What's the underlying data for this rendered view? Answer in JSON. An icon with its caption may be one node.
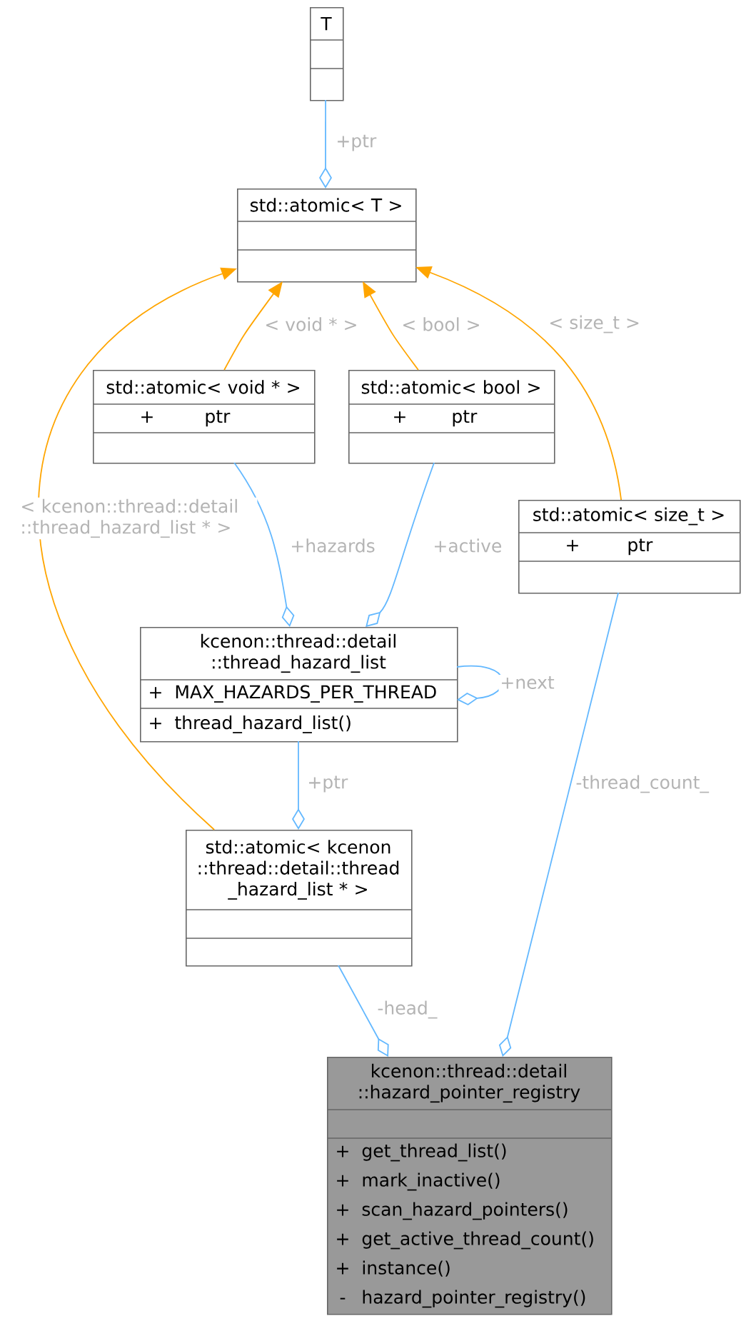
{
  "diagram": {
    "nodes": [
      {
        "text": [
          "T"
        ]
      },
      {
        "text": [
          "std::atomic< T >"
        ]
      },
      {
        "text": [
          "std::atomic< void * >",
          "+",
          "ptr"
        ]
      },
      {
        "text": [
          "std::atomic< bool >",
          "+",
          "ptr"
        ]
      },
      {
        "text": [
          "std::atomic< size_t >",
          "+",
          "ptr"
        ]
      },
      {
        "text": [
          "kcenon::thread::detail ::thread_hazard_list",
          "+",
          "MAX_HAZARDS_PER_THREAD",
          "+",
          "thread_hazard_list()"
        ]
      },
      {
        "text": [
          "std::atomic< kcenon ::thread::detail::thread _hazard_list * >"
        ]
      },
      {
        "text": [
          "kcenon::thread::detail ::hazard_pointer_registry",
          "+",
          "get_thread_list()",
          "+",
          "mark_inactive()",
          "+",
          "scan_hazard_pointers()",
          "+",
          "get_active_thread_count()",
          "+",
          "instance()",
          "-",
          "hazard_pointer_registry()"
        ]
      }
    ],
    "edges": [
      {
        "from": 0,
        "to": 1,
        "arrow": "other",
        "label": "+ptr"
      },
      {
        "from": 2,
        "to": 1,
        "arrow": "to",
        "label": "< void * >",
        "color": "#ffa500"
      },
      {
        "from": 3,
        "to": 1,
        "arrow": "to",
        "label": "< bool >",
        "color": "#ffa500"
      },
      {
        "from": 4,
        "to": 1,
        "arrow": "to",
        "label": "< size_t >",
        "color": "#ffa500"
      },
      {
        "from": 6,
        "to": 1,
        "arrow": "to",
        "label": "< kcenon::thread::detail ::thread_hazard_list * >",
        "color": "#ffa500"
      },
      {
        "from": 2,
        "to": 5,
        "arrow": "other",
        "label": "+hazards"
      },
      {
        "from": 3,
        "to": 5,
        "arrow": "other",
        "label": "+active"
      },
      {
        "from": 5,
        "to": 5,
        "arrow": "other",
        "label": "+next"
      },
      {
        "from": 5,
        "to": 6,
        "arrow": "other",
        "label": "+ptr"
      },
      {
        "from": 6,
        "to": 7,
        "arrow": "other",
        "label": "-head_"
      },
      {
        "from": 4,
        "to": 7,
        "arrow": "other",
        "label": "-thread_count_"
      }
    ]
  }
}
